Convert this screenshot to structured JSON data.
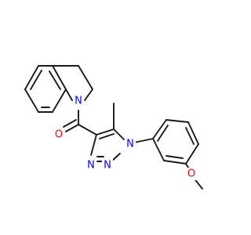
{
  "molecule": {
    "atom_labels": {
      "quinoline_n": "N",
      "carbonyl_o": "O",
      "triazole_n1": "N",
      "triazole_n2": "N",
      "triazole_n3": "N",
      "methoxy_o": "O"
    },
    "colors": {
      "bond": "#1a1a1a",
      "nitrogen": "#0000ff",
      "oxygen": "#ff0000"
    }
  }
}
